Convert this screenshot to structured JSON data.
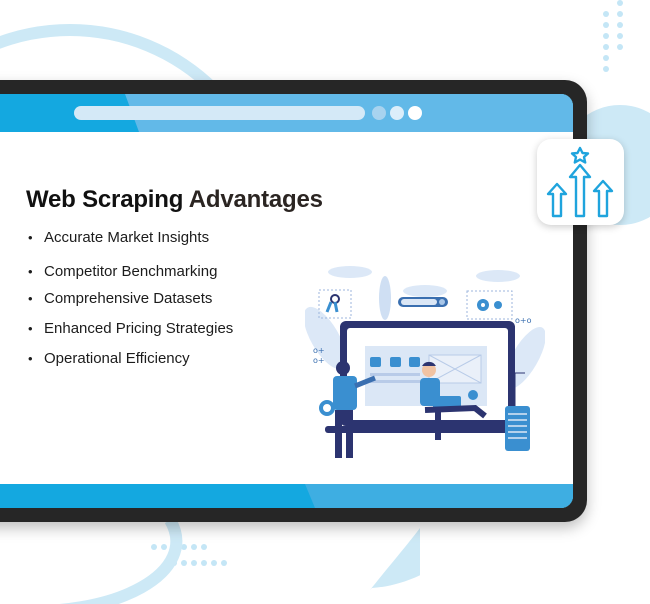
{
  "slide": {
    "title_part1": "Web Scraping",
    "title_part2": "Advantages",
    "bullet_glyph": "•",
    "items": [
      {
        "label": "Accurate Market Insights"
      },
      {
        "label": "Competitor Benchmarking"
      },
      {
        "label": "Comprehensive Datasets"
      },
      {
        "label": "Enhanced Pricing Strategies"
      },
      {
        "label": "Operational Efficiency"
      }
    ]
  },
  "icons": {
    "badge": "growth-arrows-star-icon",
    "illustration": "developers-web-scraping-illustration"
  },
  "colors": {
    "brand_blue": "#14a8e0",
    "light_blue": "#cde9f6",
    "frame_dark": "#262626",
    "icon_blue": "#1fa4dd",
    "illustration_navy": "#2c3470",
    "illustration_blue": "#3a8fd0"
  }
}
